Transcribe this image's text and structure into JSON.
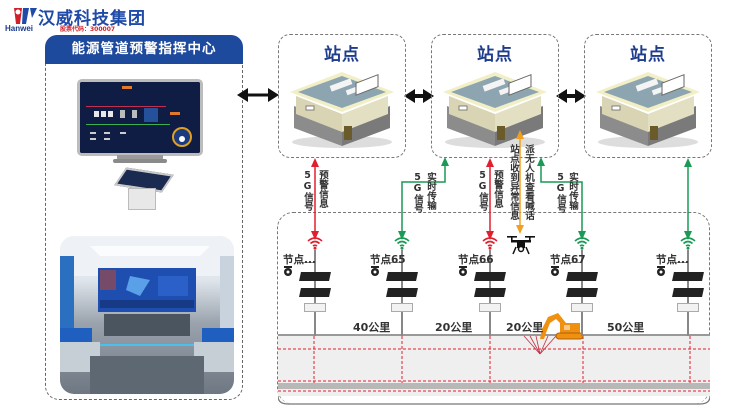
{
  "brand": {
    "name_cn": "汉威科技集团",
    "name_en": "Hanwei",
    "stock_code": "股票代码：300007",
    "primary_color": "#1f4aa8",
    "accent_color": "#d0202a"
  },
  "command_center": {
    "title": "能源管道预警指挥中心",
    "header_color": "#1e4a9e"
  },
  "stations": [
    {
      "label": "站点"
    },
    {
      "label": "站点"
    },
    {
      "label": "站点"
    }
  ],
  "links": {
    "signal_5g": "5G信号",
    "warning_info": "预警信息",
    "realtime_transfer": "实时传输",
    "station_received": "站点收到异常信息",
    "dispatch_drone": "派无人机查看喊话"
  },
  "nodes": [
    {
      "label": "节点...",
      "status": "alert"
    },
    {
      "label": "节点65",
      "status": "normal"
    },
    {
      "label": "节点66",
      "status": "alert"
    },
    {
      "label": "节点67",
      "status": "normal"
    },
    {
      "label": "节点...",
      "status": "normal"
    }
  ],
  "distances": [
    "40公里",
    "20公里",
    "20公里",
    "50公里"
  ],
  "colors": {
    "alert": "#e0202e",
    "normal": "#1a9a55",
    "drone_arrow": "#f0a020",
    "excavator": "#f09010"
  }
}
